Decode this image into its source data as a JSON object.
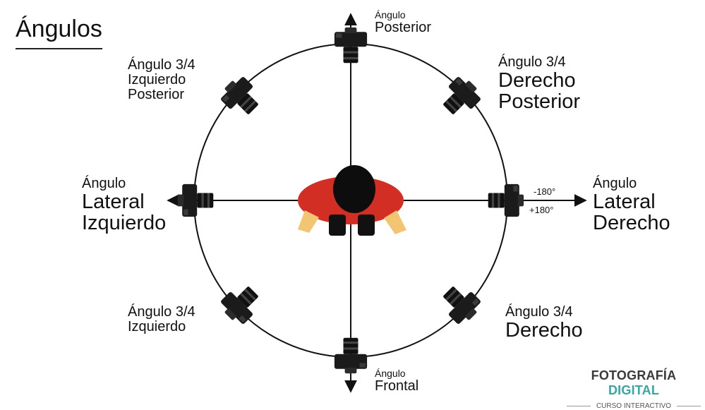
{
  "title": "Ángulos",
  "labels": {
    "posterior": {
      "small": "Ángulo",
      "big": "Posterior"
    },
    "frontal": {
      "small": "Ángulo",
      "big": "Frontal"
    },
    "lateral_izquierdo": {
      "small": "Ángulo",
      "big1": "Lateral",
      "big2": "Izquierdo"
    },
    "lateral_derecho": {
      "small": "Ángulo",
      "big1": "Lateral",
      "big2": "Derecho"
    },
    "izq_posterior": {
      "l1": "Ángulo 3/4",
      "l2": "Izquierdo",
      "l3": "Posterior"
    },
    "der_posterior": {
      "l1": "Ángulo 3/4",
      "l2": "Derecho",
      "l3": "Posterior"
    },
    "izq": {
      "l1": "Ángulo 3/4",
      "l2": "Izquierdo"
    },
    "der": {
      "l1": "Ángulo 3/4",
      "l2": "Derecho"
    }
  },
  "degrees": {
    "minus": "-180°",
    "plus": "+180°"
  },
  "brand": {
    "part1": "FOTOGRAFÍA ",
    "part2": "DIGITAL",
    "sub": "CURSO INTERACTIVO"
  },
  "colors": {
    "subject_red": "#d22e24",
    "hair": "#0d0d0d",
    "skin": "#f2c572",
    "brand_accent": "#3aa6a3",
    "brand_dark": "#3a3a3a"
  },
  "icons": [
    "camera-icon",
    "person-icon",
    "arrow-icon"
  ]
}
